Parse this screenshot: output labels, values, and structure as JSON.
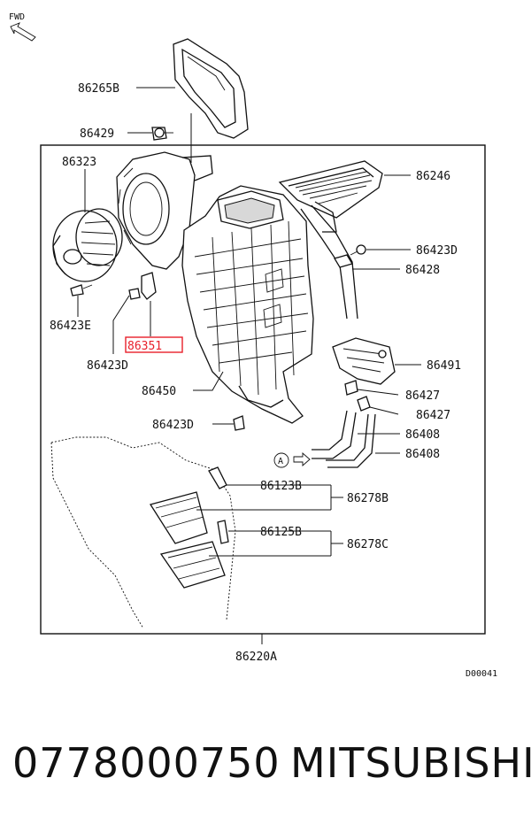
{
  "diagram": {
    "fwd": "FWD",
    "code": "D00041",
    "callout_letter": "A",
    "labels": {
      "l_86265B": "86265B",
      "l_86429": "86429",
      "l_86323": "86323",
      "l_86246": "86246",
      "l_86423D_a": "86423D",
      "l_86428": "86428",
      "l_86423E": "86423E",
      "l_86351": "86351",
      "l_86423D_b": "86423D",
      "l_86491": "86491",
      "l_86450": "86450",
      "l_86427_a": "86427",
      "l_86427_b": "86427",
      "l_86423D_c": "86423D",
      "l_86408_a": "86408",
      "l_86408_b": "86408",
      "l_86123B": "86123B",
      "l_86278B": "86278B",
      "l_86125B": "86125B",
      "l_86278C": "86278C",
      "l_86220A": "86220A"
    }
  },
  "caption": {
    "part_number": "0778000750",
    "brand": "MITSUBISHI"
  },
  "colors": {
    "highlight": "#e8202a",
    "ink": "#111111"
  }
}
